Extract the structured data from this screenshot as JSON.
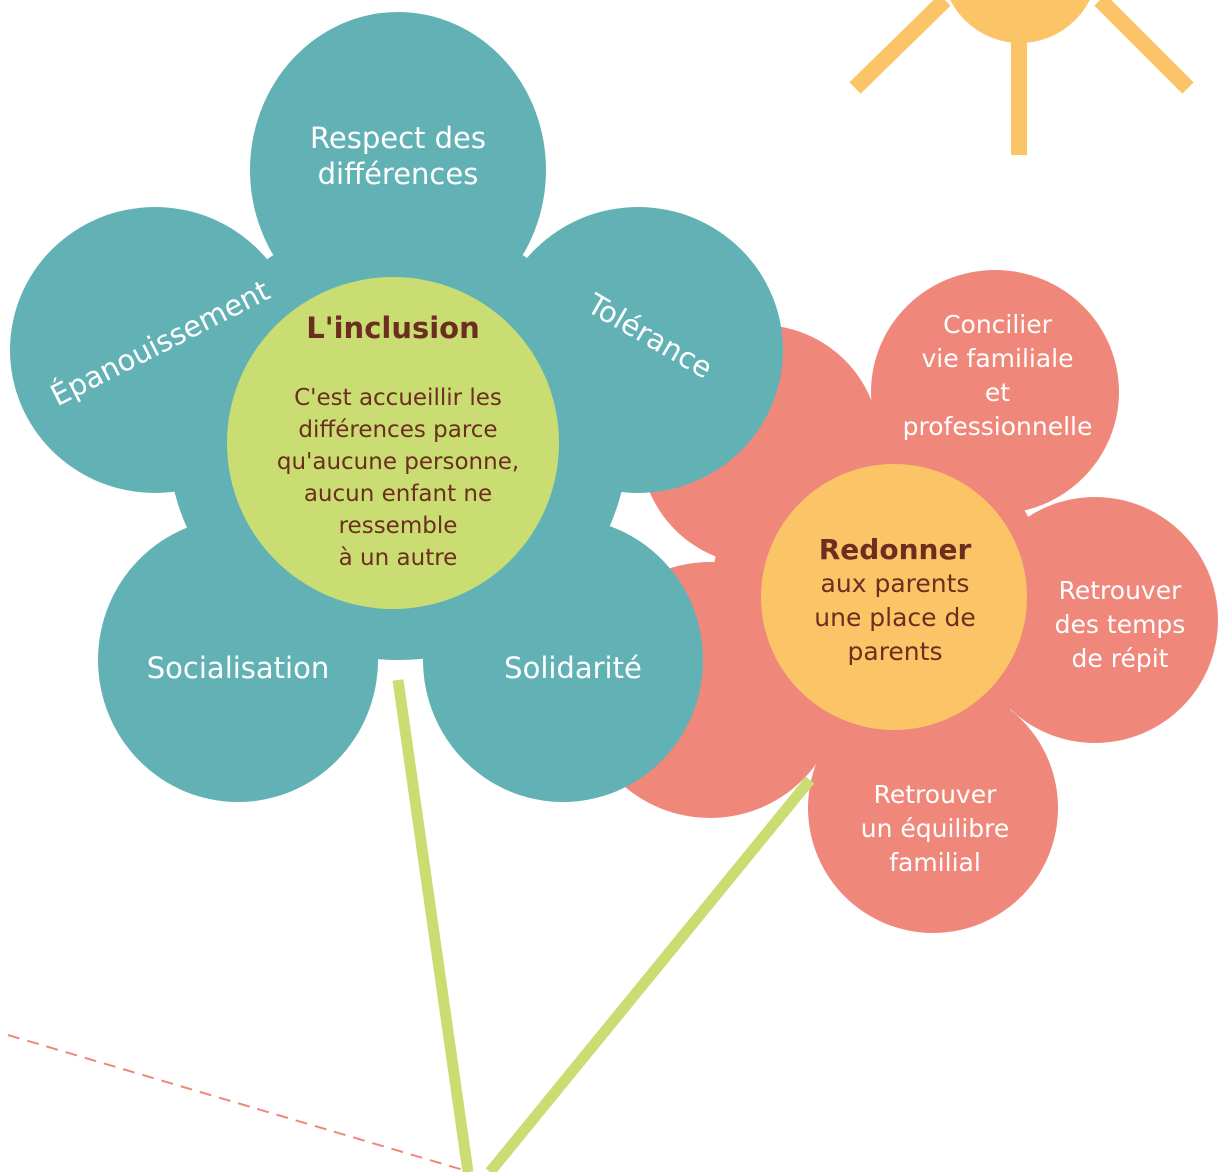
{
  "colors": {
    "teal": "#62b2b5",
    "salmon": "#ef877b",
    "lime": "#cadd72",
    "orange": "#fbc466",
    "sun": "#fbc466",
    "stem": "#cadd72",
    "brown": "#6b2e1f",
    "dash": "#ef877b"
  },
  "flower_inclusion": {
    "center": {
      "title": "L'inclusion",
      "text": "C'est accueillir les\ndifférences parce\nqu'aucune personne,\naucun enfant ne\nressemble\nà un autre"
    },
    "petals": {
      "top": "Respect des\ndifférences",
      "left": "Épanouissement",
      "right": "Tolérance",
      "bottom_left": "Socialisation",
      "bottom_right": "Solidarité"
    }
  },
  "flower_parents": {
    "center": {
      "title": "Redonner",
      "text": "aux parents\nune place de\nparents"
    },
    "petals": {
      "top_right": "Concilier\nvie familiale\net\nprofessionnelle",
      "right": "Retrouver\ndes temps\nde répit",
      "bottom": "Retrouver\nun équilibre\nfamilial"
    }
  }
}
